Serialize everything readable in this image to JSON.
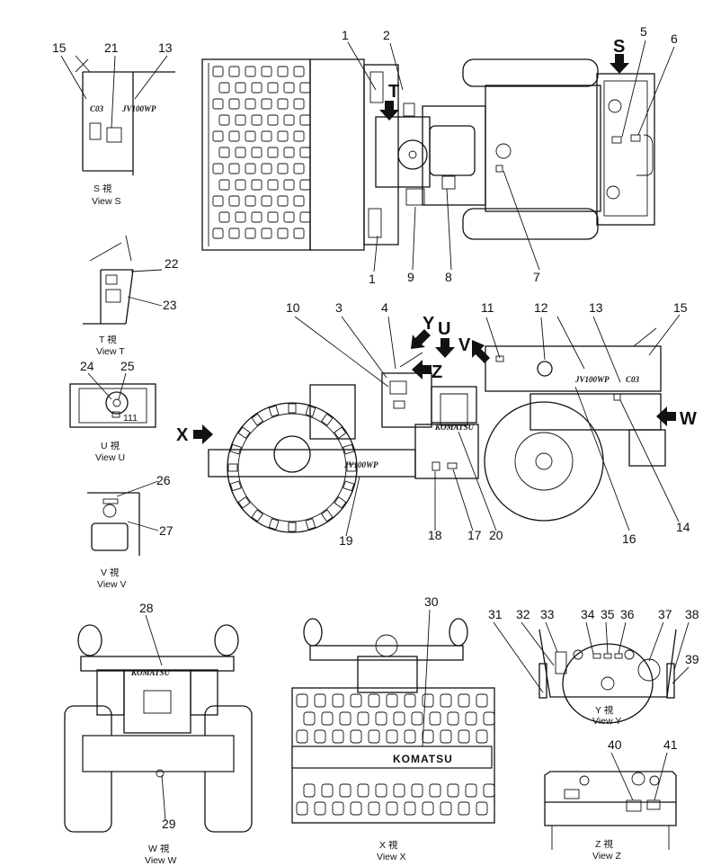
{
  "callouts": [
    "1",
    "2",
    "3",
    "4",
    "5",
    "6",
    "7",
    "8",
    "9",
    "10",
    "11",
    "12",
    "13",
    "14",
    "15",
    "16",
    "17",
    "18",
    "19",
    "20",
    "21",
    "22",
    "23",
    "24",
    "25",
    "26",
    "27",
    "28",
    "29",
    "30",
    "31",
    "32",
    "33",
    "34",
    "35",
    "36",
    "37",
    "38",
    "39",
    "40",
    "41"
  ],
  "view_arrows": {
    "s": "S",
    "t": "T",
    "u": "U",
    "v": "V",
    "w": "W",
    "x": "X",
    "y": "Y",
    "z": "Z"
  },
  "view_titles": {
    "s": {
      "kanji": "S 視",
      "label": "View S"
    },
    "t": {
      "kanji": "T 視",
      "label": "View T"
    },
    "u": {
      "kanji": "U 視",
      "label": "View U"
    },
    "v": {
      "kanji": "V 視",
      "label": "View V"
    },
    "w": {
      "kanji": "W 視",
      "label": "View W"
    },
    "x": {
      "kanji": "X 視",
      "label": "View X"
    },
    "y": {
      "kanji": "Y 視",
      "label": "View Y"
    },
    "z": {
      "kanji": "Z 視",
      "label": "View Z"
    }
  },
  "decal_text": {
    "model": "JV100WP",
    "brand": "KOMATSU",
    "brand_small": "KOMATSU",
    "cab_badge": "C03",
    "panel_readout": "111"
  }
}
